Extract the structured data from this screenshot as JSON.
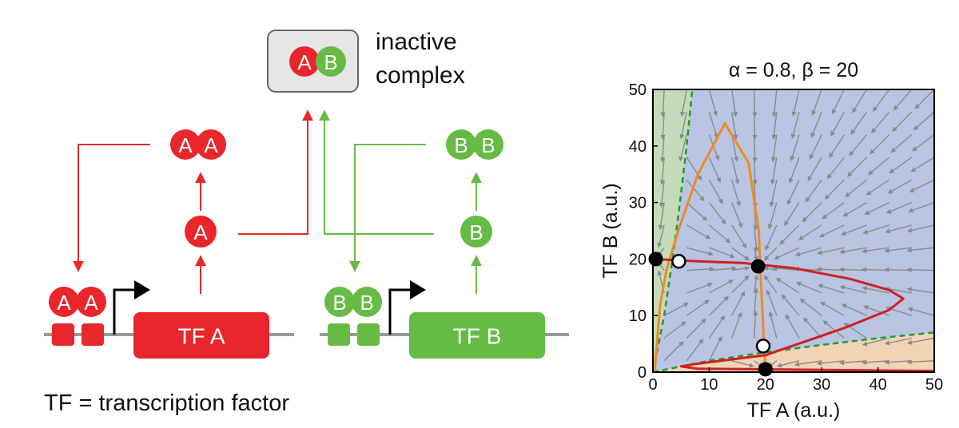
{
  "colors": {
    "tf_a": "#e8262b",
    "tf_b": "#66bb44",
    "dna": "#999999",
    "plot_bg": "#b9c4e2",
    "basin_left": "#c3dbb9",
    "basin_bottom": "#f3d3b6",
    "a_nullcline": "#ee8a22",
    "b_nullcline": "#cc2222",
    "separatrix": "#229933",
    "stream": "#8a8a8a"
  },
  "diagram": {
    "complex_label": [
      "inactive",
      "complex"
    ],
    "complex_a": "A",
    "complex_b": "B",
    "dimer_a": [
      "A",
      "A"
    ],
    "monomer_a": "A",
    "gene_a": "TF A",
    "dimer_b": [
      "B",
      "B"
    ],
    "monomer_b": "B",
    "gene_b": "TF B",
    "bound_a": [
      "A",
      "A"
    ],
    "bound_b": [
      "B",
      "B"
    ],
    "legend": "TF = transcription factor"
  },
  "chart_data": {
    "type": "scatter",
    "title": "α = 0.8, β = 20",
    "xlabel": "TF A (a.u.)",
    "ylabel": "TF B (a.u.)",
    "xlim": [
      0,
      50
    ],
    "ylim": [
      0,
      50
    ],
    "xticks": [
      0,
      10,
      20,
      30,
      40,
      50
    ],
    "yticks": [
      0,
      10,
      20,
      30,
      40,
      50
    ],
    "stable_points": [
      [
        0.5,
        20
      ],
      [
        18.7,
        18.7
      ],
      [
        20,
        0.5
      ]
    ],
    "unstable_points": [
      [
        4.6,
        19.6
      ],
      [
        19.6,
        4.6
      ]
    ],
    "regions": [
      "blue basin (center)",
      "green basin (left)",
      "orange basin (bottom)"
    ],
    "series": [
      {
        "values": [
          [
            0.3,
            0
          ],
          [
            0.8,
            6
          ],
          [
            1.3,
            12
          ],
          [
            2.4,
            18
          ],
          [
            4.5,
            25
          ],
          [
            8,
            35
          ],
          [
            12.8,
            44
          ],
          [
            17,
            37
          ],
          [
            18.8,
            25
          ],
          [
            19.2,
            16
          ],
          [
            19.6,
            8
          ],
          [
            20,
            0
          ]
        ]
      },
      {
        "values": [
          [
            0,
            20
          ],
          [
            8,
            19.6
          ],
          [
            16,
            19.3
          ],
          [
            25,
            18.4
          ],
          [
            35,
            16.5
          ],
          [
            42,
            14.5
          ],
          [
            44.5,
            13
          ],
          [
            42,
            11
          ],
          [
            34,
            7.8
          ],
          [
            20,
            3
          ],
          [
            8,
            1.5
          ],
          [
            5,
            1
          ],
          [
            8,
            0.6
          ],
          [
            20,
            0.5
          ],
          [
            50,
            0.2
          ]
        ]
      }
    ],
    "separatrices": [
      [
        [
          0,
          0
        ],
        [
          2,
          10
        ],
        [
          3.5,
          20
        ],
        [
          4.8,
          30
        ],
        [
          6,
          40
        ],
        [
          7,
          50
        ]
      ],
      [
        [
          0,
          0
        ],
        [
          10,
          2
        ],
        [
          20,
          3.5
        ],
        [
          30,
          4.8
        ],
        [
          40,
          6
        ],
        [
          50,
          7
        ]
      ]
    ]
  }
}
